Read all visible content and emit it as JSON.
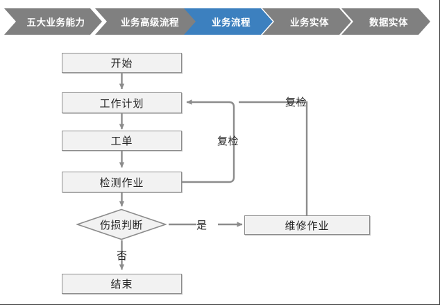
{
  "breadcrumb": {
    "name": "business-architecture-breadcrumb",
    "active_color": "#3C80BF",
    "inactive_color": "#808080",
    "items": [
      {
        "label": "五大业务能力",
        "active": false
      },
      {
        "label": "业务高级流程",
        "active": false
      },
      {
        "label": "业务流程",
        "active": true
      },
      {
        "label": "业务实体",
        "active": false
      },
      {
        "label": "数据实体",
        "active": false
      }
    ]
  },
  "flowchart": {
    "type": "flowchart",
    "fill_color": "#F2F2F2",
    "stroke_color": "#8C8C8C",
    "nodes": [
      {
        "id": "start",
        "label": "开始",
        "shape": "rect"
      },
      {
        "id": "work_plan",
        "label": "工作计划",
        "shape": "rect"
      },
      {
        "id": "work_order",
        "label": "工单",
        "shape": "rect"
      },
      {
        "id": "inspection",
        "label": "检测作业",
        "shape": "rect"
      },
      {
        "id": "judge",
        "label": "伤损判断",
        "shape": "diamond"
      },
      {
        "id": "repair",
        "label": "维修作业",
        "shape": "rect"
      },
      {
        "id": "end",
        "label": "结束",
        "shape": "rect"
      }
    ],
    "edge_labels": {
      "recheck_inner": "复检",
      "recheck_outer": "复检",
      "yes": "是",
      "no": "否"
    }
  }
}
